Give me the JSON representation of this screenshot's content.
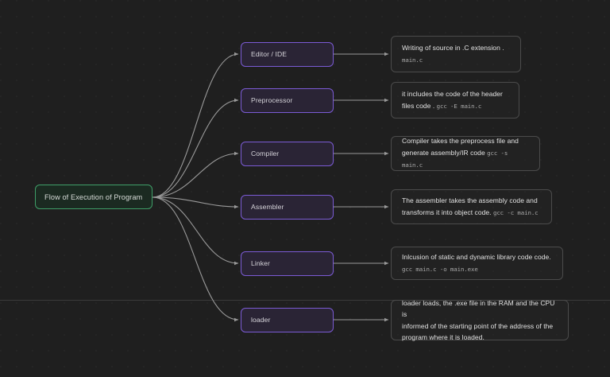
{
  "diagram": {
    "title": "Flow of Execution of Program",
    "root": {
      "label": "Flow of Execution of Program",
      "fill": "#1b2a21",
      "border": "#3f9e68"
    },
    "stage_style": {
      "fill": "#2a2435",
      "border": "#7b5bd5"
    },
    "desc_style": {
      "fill": "rgba(40,40,40,0.38)",
      "border": "#4b4b4b"
    },
    "background": "#1f1f1f",
    "edge_color": "#9a9a9a",
    "stages": [
      {
        "label": "Editor / IDE",
        "desc_line1": "Writing of source in .C extension .",
        "desc_code_block": "main.c"
      },
      {
        "label": "Preprocessor",
        "desc_line1": "it includes the code of the header",
        "desc_line2": "files code . ",
        "desc_code_inline": "gcc -E main.c"
      },
      {
        "label": "Compiler",
        "desc_line1": "Compiler takes the preprocess file and",
        "desc_line2": "generate assembly/IR code ",
        "desc_code_inline": "gcc -s main.c"
      },
      {
        "label": "Assembler",
        "desc_line1": "The assembler takes the assembly code and",
        "desc_line2": "transforms it into object code. ",
        "desc_code_inline": "gcc -c main.c"
      },
      {
        "label": "Linker",
        "desc_line1": "Inlcusion of static and dynamic library code code.",
        "desc_code_block": "gcc main.c -o main.exe"
      },
      {
        "label": "loader",
        "desc_line1": "loader loads, the .exe file in the RAM and the CPU is",
        "desc_line2": "informed of the starting point of the address of the",
        "desc_line3": "program where it is loaded."
      }
    ]
  }
}
